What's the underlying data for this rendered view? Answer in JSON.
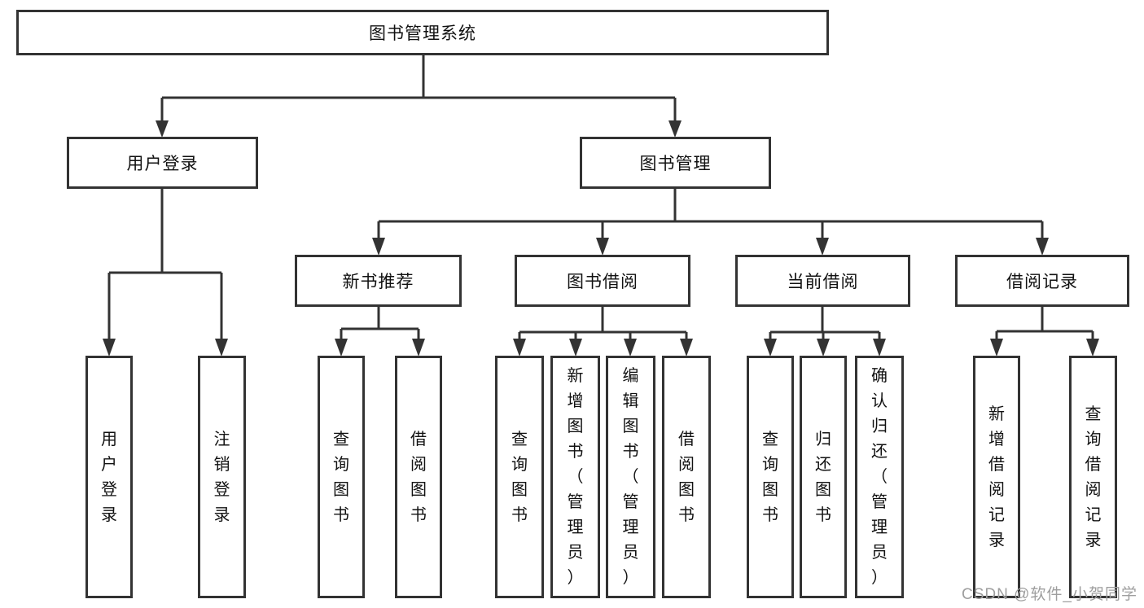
{
  "nodes": {
    "root": {
      "label": "图书管理系统"
    },
    "user_login": {
      "label": "用户登录"
    },
    "book_mgmt": {
      "label": "图书管理"
    },
    "new_book_rec": {
      "label": "新书推荐"
    },
    "book_borrow": {
      "label": "图书借阅"
    },
    "current_borrow": {
      "label": "当前借阅"
    },
    "borrow_records": {
      "label": "借阅记录"
    },
    "leaf_user_login": {
      "label": "用户登录"
    },
    "leaf_logout": {
      "label": "注销登录"
    },
    "leaf_query_books_1": {
      "label": "查询图书"
    },
    "leaf_borrow_books_1": {
      "label": "借阅图书"
    },
    "leaf_query_books_2": {
      "label": "查询图书"
    },
    "leaf_add_books": {
      "label": "新增图书（管理员）"
    },
    "leaf_edit_books": {
      "label": "编辑图书（管理员）"
    },
    "leaf_borrow_books_2": {
      "label": "借阅图书"
    },
    "leaf_query_books_3": {
      "label": "查询图书"
    },
    "leaf_return_books": {
      "label": "归还图书"
    },
    "leaf_confirm_return": {
      "label": "确认归还（管理员）"
    },
    "leaf_add_record": {
      "label": "新增借阅记录"
    },
    "leaf_query_record": {
      "label": "查询借阅记录"
    }
  },
  "structure": {
    "root": "图书管理系统",
    "children": [
      {
        "label": "用户登录",
        "children": [
          "用户登录",
          "注销登录"
        ]
      },
      {
        "label": "图书管理",
        "children": [
          {
            "label": "新书推荐",
            "children": [
              "查询图书",
              "借阅图书"
            ]
          },
          {
            "label": "图书借阅",
            "children": [
              "查询图书",
              "新增图书（管理员）",
              "编辑图书（管理员）",
              "借阅图书"
            ]
          },
          {
            "label": "当前借阅",
            "children": [
              "查询图书",
              "归还图书",
              "确认归还（管理员）"
            ]
          },
          {
            "label": "借阅记录",
            "children": [
              "新增借阅记录",
              "查询借阅记录"
            ]
          }
        ]
      }
    ]
  },
  "watermark": "CSDN @软件_小贺同学",
  "colors": {
    "line": "#333333",
    "border": "#333333",
    "text": "#111111",
    "watermark": "#9e9e9e",
    "background": "#ffffff"
  }
}
